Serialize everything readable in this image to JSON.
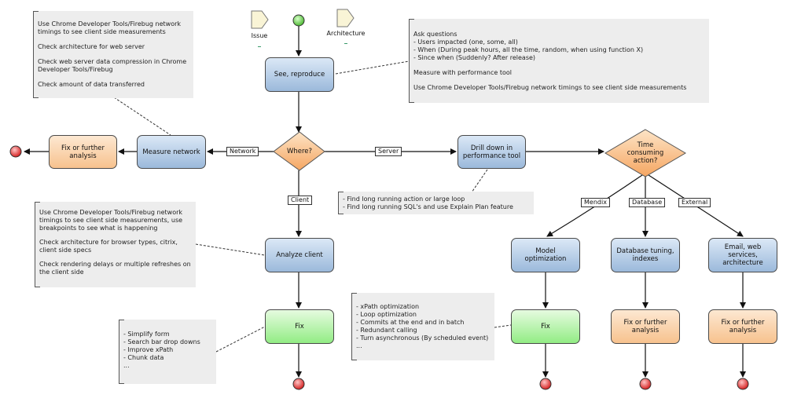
{
  "notes": {
    "network": [
      "Use Chrome Developer Tools/Firebug network timings to see client side measurements",
      "Check architecture for web server",
      "Check web server data compression in Chrome Developer Tools/Firebug",
      "Check amount of data transferred"
    ],
    "questions": {
      "heading": "Ask questions",
      "items": [
        "- Users impacted (one, some, all)",
        "- When (During peak hours, all the time, random, when using function X)",
        "- Since when (Suddenly? After release)"
      ],
      "performance_tool": "Measure with performance tool",
      "chrome": "Use Chrome Developer Tools/Firebug network timings to see client side measurements"
    },
    "drill": [
      "- Find long running action or large loop",
      "- Find long running SQL's and use Explain Plan feature"
    ],
    "client": [
      "Use Chrome Developer Tools/Firebug network timings to see client side measurements, use breakpoints to see what is happening",
      "Check architecture for browser types, citrix, client side specs",
      "Check rendering delays or multiple refreshes on the client side"
    ],
    "fix_client": [
      "- Simplify form",
      "- Search bar drop downs",
      "- Improve xPath",
      "- Chunk data",
      "..."
    ],
    "fix_model": [
      "- xPath optimization",
      "- Loop optimization",
      "- Commits at the end and in batch",
      "- Redundant calling",
      "- Turn asynchronous (By scheduled event)",
      "..."
    ]
  },
  "docs": {
    "issue": "Issue",
    "architecture": "Architecture"
  },
  "nodes": {
    "see_reproduce": "See, reproduce",
    "where": "Where?",
    "measure_network": "Measure network",
    "fix_network": "Fix or further analysis",
    "drill_down": "Drill down in performance tool",
    "time_consuming": "Time consuming action?",
    "analyze_client": "Analyze client",
    "fix_client": "Fix",
    "model_optimization": "Model optimization",
    "fix_model": "Fix",
    "database_tuning": "Database tuning, indexes",
    "fix_database": "Fix or further analysis",
    "email_services": "Email, web services, architecture",
    "fix_external": "Fix or further analysis"
  },
  "edges": {
    "network": "Network",
    "server": "Server",
    "client": "Client",
    "mendix": "Mendix",
    "database": "Database",
    "external": "External"
  },
  "colors": {
    "start_green": "#6fd24f",
    "end_red": "#e23a3a",
    "note_bg": "#ededed",
    "task_blue": "#9bb9db",
    "task_orange": "#f7c28e",
    "task_green": "#92ec84"
  }
}
